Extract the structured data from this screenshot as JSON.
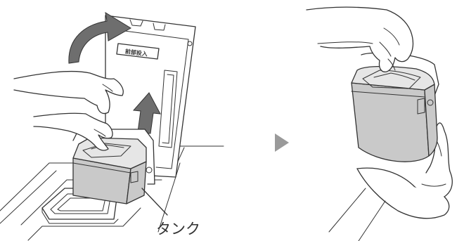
{
  "figure": {
    "lid_text": "前部投入",
    "tank_label": "タンク"
  },
  "colors": {
    "ink": "#333333",
    "arrow_gray": "#6e6e6e",
    "tank_body": "#c9c9c9",
    "tank_top": "#e6e6e6",
    "step_arrow": "#9a9a9a"
  },
  "icons": {
    "step": "right-triangle-arrow",
    "lid_motion": "curved-arrow",
    "lift_motion": "up-arrow"
  }
}
